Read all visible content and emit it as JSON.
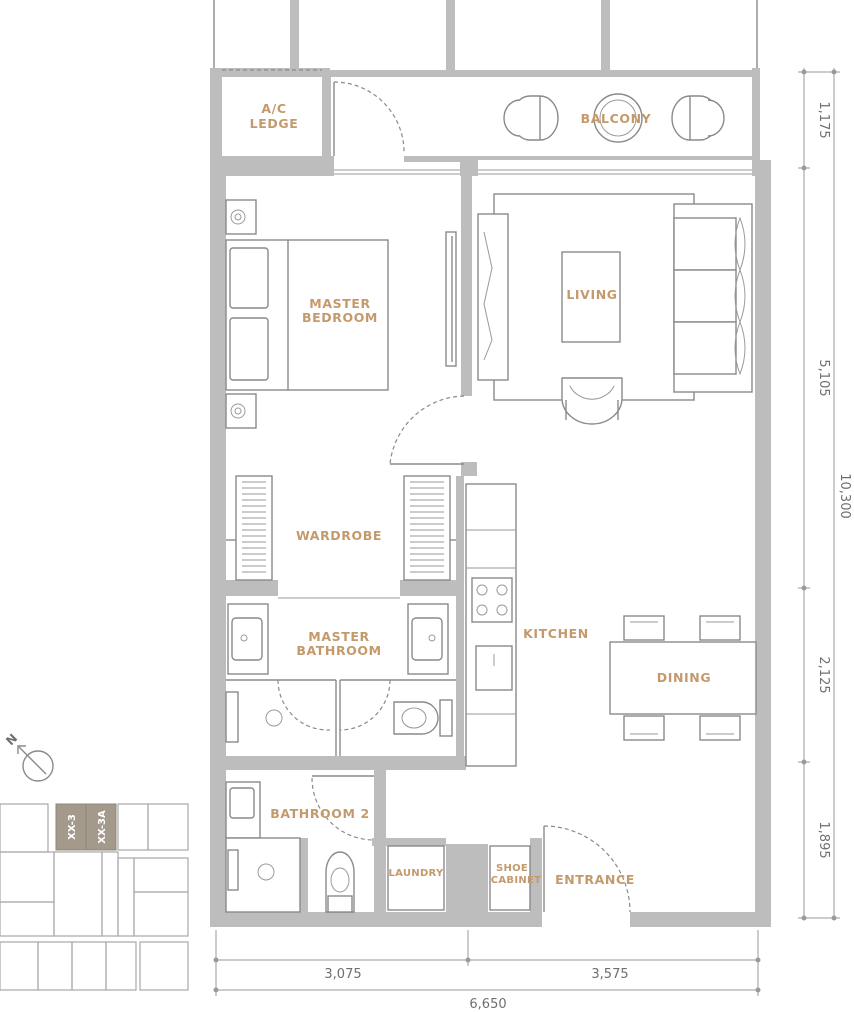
{
  "rooms": {
    "ac_ledge": [
      "A/C",
      "LEDGE"
    ],
    "balcony": "BALCONY",
    "master_bedroom": [
      "MASTER",
      "BEDROOM"
    ],
    "living": "LIVING",
    "wardrobe": "WARDROBE",
    "master_bathroom": [
      "MASTER",
      "BATHROOM"
    ],
    "kitchen": "KITCHEN",
    "dining": "DINING",
    "bathroom_2": "BATHROOM 2",
    "laundry": "LAUNDRY",
    "shoe_cabinet": [
      "SHOE",
      "CABINET"
    ],
    "entrance": "ENTRANCE"
  },
  "dimensions": {
    "right": [
      "1,175",
      "5,105",
      "2,125",
      "1,895"
    ],
    "total_height": "10,300",
    "bottom": [
      "3,075",
      "3,575"
    ],
    "total_width": "6,650"
  },
  "compass": {
    "label": "N"
  },
  "key_plan": {
    "units": [
      "XX-3",
      "XX-3A"
    ],
    "highlight_color": "#a39a8c"
  },
  "colors": {
    "wall": "#bdbdbd",
    "label": "#c49a6c",
    "line": "#8a8a8a"
  }
}
